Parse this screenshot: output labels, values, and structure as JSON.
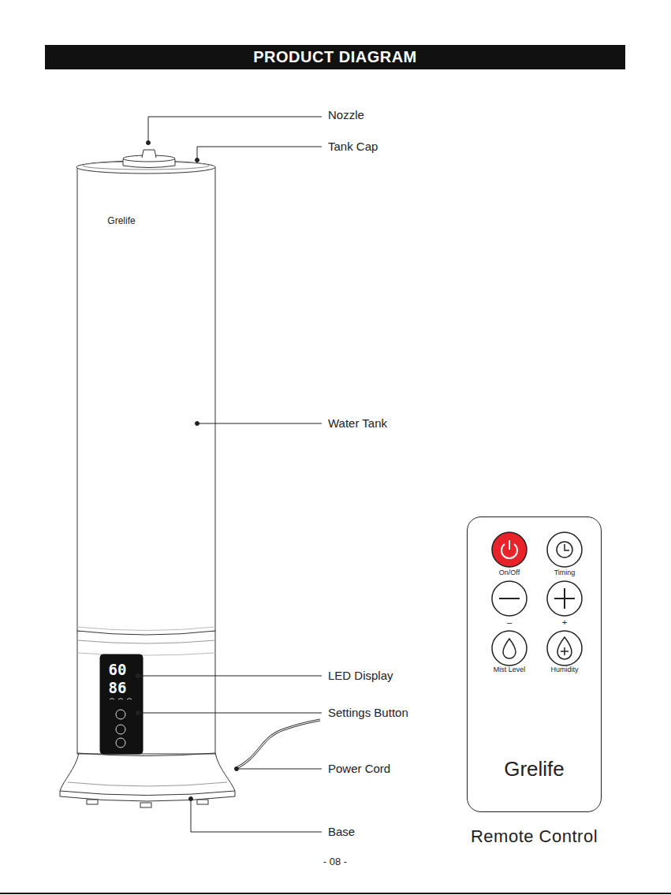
{
  "diagram": {
    "title": "PRODUCT DIAGRAM",
    "nodes": [
      {
        "text": [
          "Remote Control",
          "Grelife"
        ]
      }
    ],
    "labels": [
      "Nozzle",
      "Tank Cap",
      "Water Tank",
      "LED Display",
      "Settings Button",
      "Power Cord",
      "Base",
      "Grelife",
      "60",
      "86",
      "On/Off",
      "Timing",
      "–",
      "+",
      "Mist Level",
      "Humidity",
      "- 08 -"
    ]
  }
}
